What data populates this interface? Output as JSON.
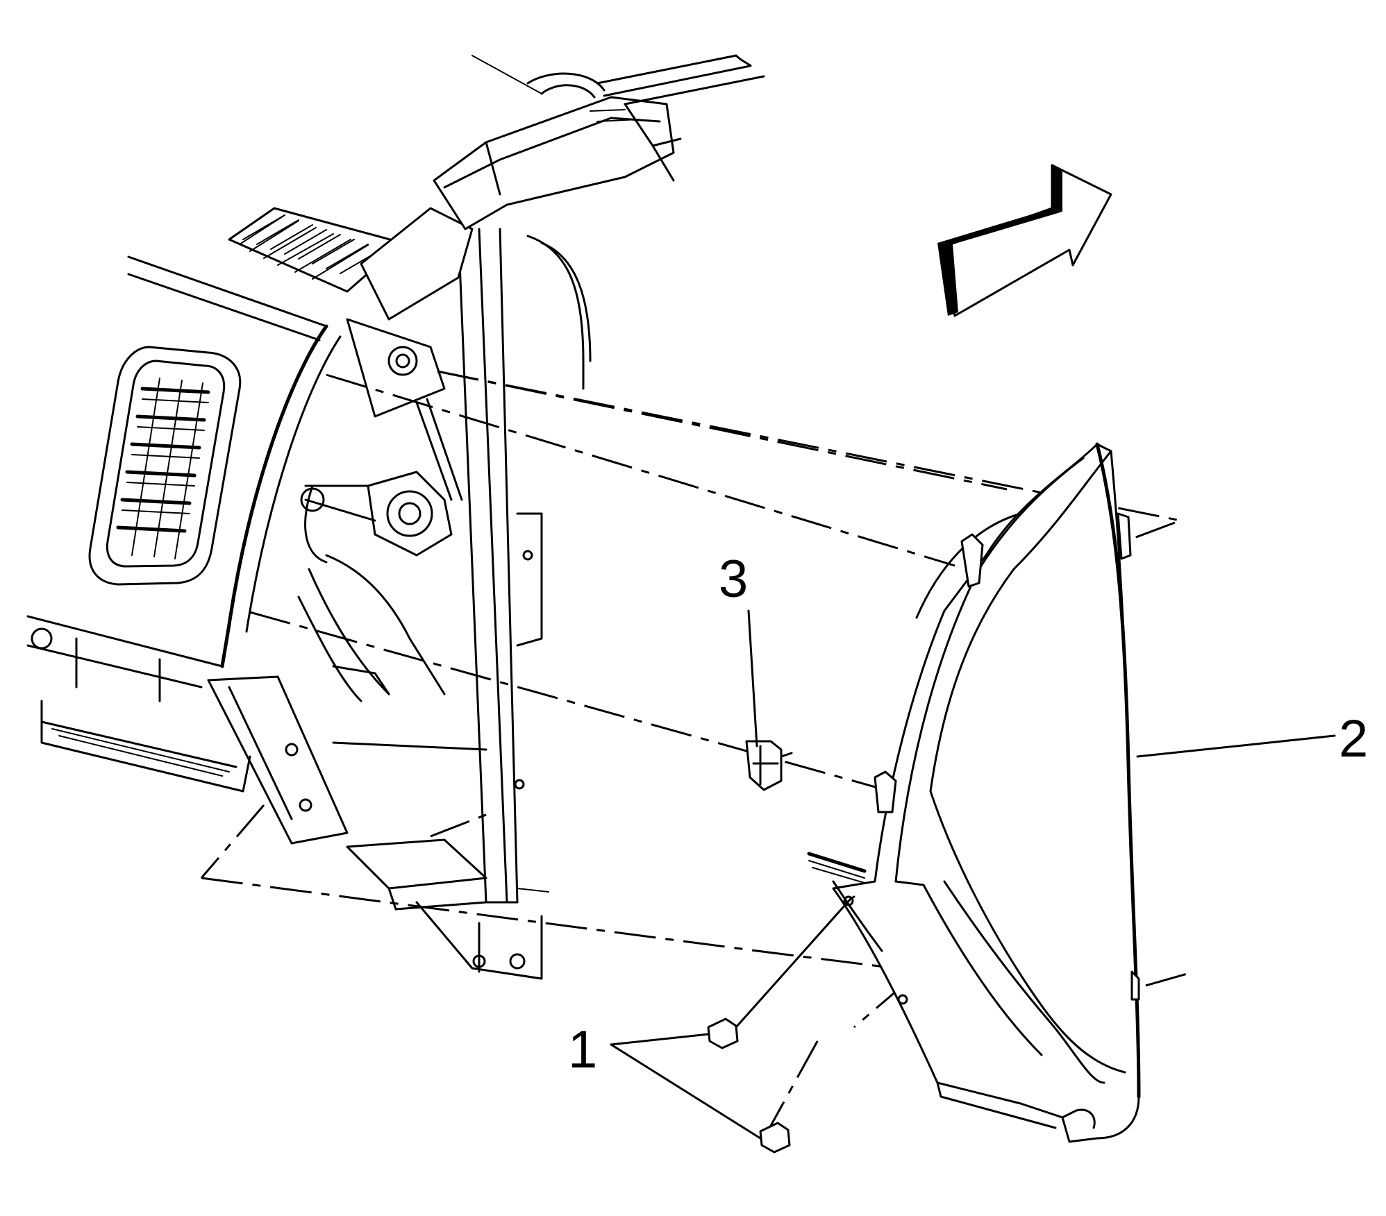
{
  "callouts": {
    "c1": "1",
    "c2": "2",
    "c3": "3"
  },
  "icons": {
    "direction": "front-of-vehicle-arrow-icon"
  },
  "colors": {
    "line": "#000000",
    "background": "#ffffff"
  }
}
